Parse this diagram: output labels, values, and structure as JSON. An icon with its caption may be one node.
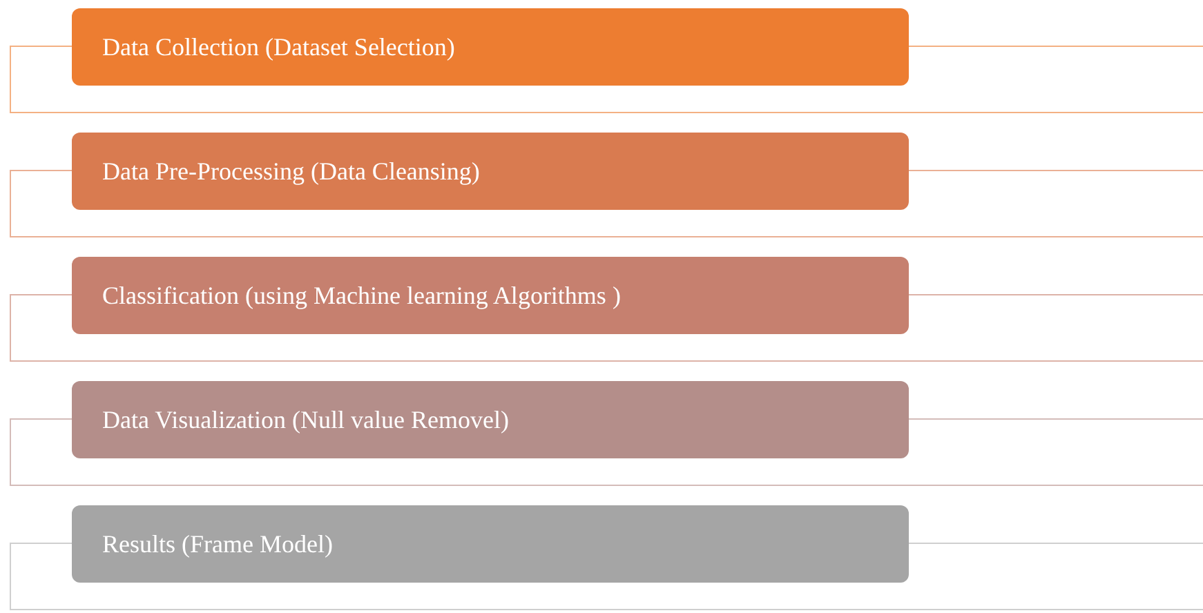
{
  "diagram": {
    "nodes": [
      {
        "text": [
          "Data Collection (Dataset Selection)"
        ]
      },
      {
        "text": [
          "Data Pre-Processing (Data Cleansing)"
        ]
      },
      {
        "text": [
          "Classification (using Machine learning Algorithms )"
        ]
      },
      {
        "text": [
          "Data Visualization (Null value Removel)"
        ]
      },
      {
        "text": [
          "Results (Frame Model)"
        ]
      }
    ]
  }
}
